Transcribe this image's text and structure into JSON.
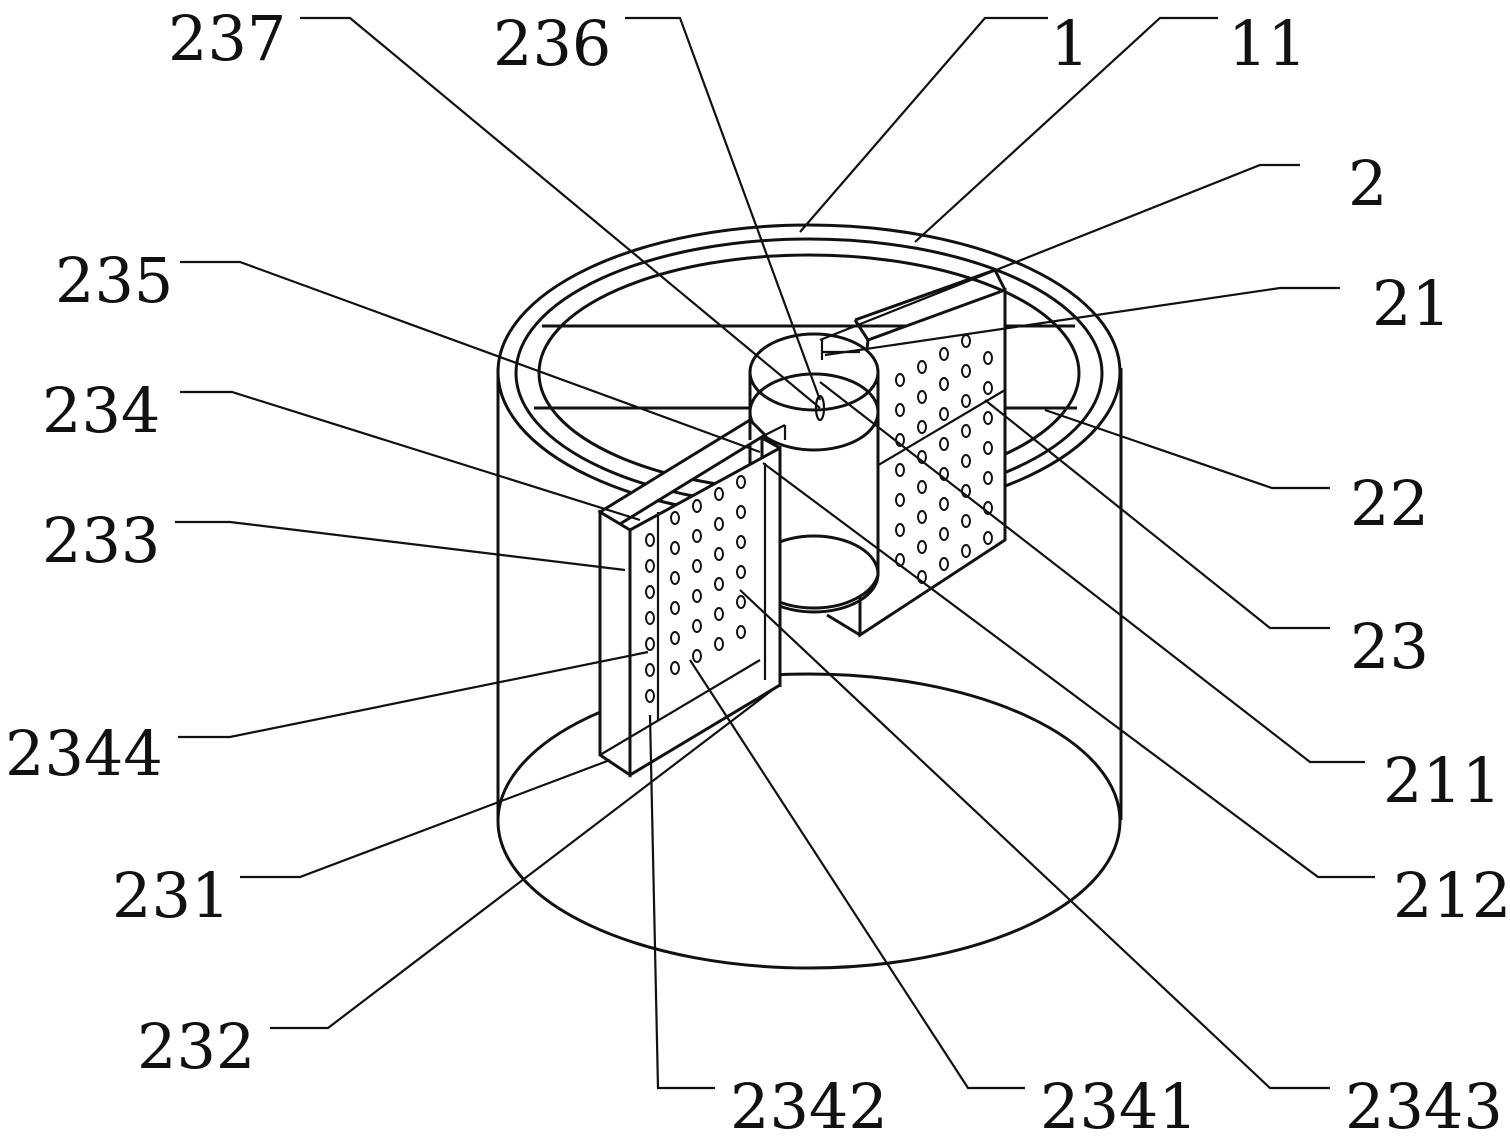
{
  "figure": {
    "labels": {
      "l237": "237",
      "l236": "236",
      "l1": "1",
      "l11": "11",
      "l2": "2",
      "l235": "235",
      "l21": "21",
      "l234": "234",
      "l22": "22",
      "l233": "233",
      "l23": "23",
      "l2344": "2344",
      "l211": "211",
      "l231": "231",
      "l212": "212",
      "l232": "232",
      "l2342": "2342",
      "l2341": "2341",
      "l2343": "2343"
    }
  }
}
